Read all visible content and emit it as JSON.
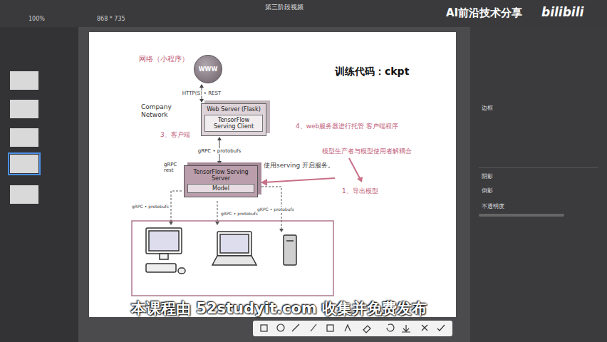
{
  "diagram": {
    "nodes": [
      {
        "text": [
          "WWW"
        ]
      },
      {
        "text": [
          "Web Server (Flask)",
          "TensorFlow Serving Client"
        ]
      },
      {
        "text": [
          "TensorFlow Serving Server",
          "Model"
        ]
      }
    ],
    "edges": [
      {
        "from": 0,
        "to": 1,
        "label": "HTTP(S) • REST",
        "arrow": "both"
      },
      {
        "from": 1,
        "to": 2,
        "label": "gRPC • protobufs",
        "arrow": "both"
      }
    ],
    "labels": [
      "网络（小程序）",
      "训练代码：ckpt",
      "Company Network",
      "3、客户端",
      "4、web服务器进行托管  客户端程序",
      "gRPC rest",
      "使用serving 开启服务。",
      "模型生产者与模型使用者解耦合",
      "1、导出模型",
      "gRPC • protobufs",
      "gRPC • protobufs",
      "gRPC • protobufs",
      "AI前沿技术分享",
      "bilibili",
      "本课程由 52studyit.com 收集并免费发布",
      "第三阶段视频",
      "100%",
      "868 * 735",
      "边框",
      "阴影",
      "倒影",
      "不透明度"
    ]
  }
}
